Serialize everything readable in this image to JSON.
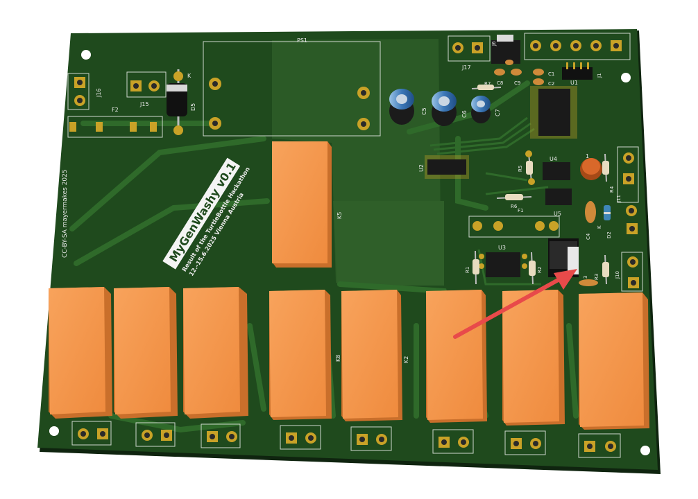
{
  "board": {
    "title": "MyGenWashy v0.1",
    "subtitle_line1": "Result of the TurtleBottle Hackathon",
    "subtitle_line2": "12.-15.6.2025 Vienna Austria",
    "license": "CC-BY-SA mayermakes 2025"
  },
  "refs": {
    "ps1": "PS1",
    "j6": "J6",
    "j17": "J17",
    "j16": "J16",
    "j15": "J15",
    "f2": "F2",
    "d5": "D5",
    "k": "K",
    "c8": "C8",
    "c9": "C9",
    "c1": "C1",
    "c2": "C2",
    "r7": "R7",
    "u1": "U1",
    "j1": "J1",
    "c5": "C5",
    "c6": "C6",
    "c7": "C7",
    "u2": "U2",
    "r5": "R5",
    "u4": "U4",
    "r4": "R4",
    "j11": "J11",
    "r6": "R6",
    "f1": "F1",
    "u5": "U5",
    "c4": "C4",
    "d2": "D2",
    "k5": "K5",
    "u3": "U3",
    "r1": "R1",
    "r2": "R2",
    "r3": "R3",
    "j10": "J10",
    "k8": "K8",
    "k2": "K2",
    "n3": "3",
    "n1": "1"
  },
  "colors": {
    "pcb": "#1f4a1d",
    "pcb_dark": "#173a17",
    "copper_fill": "#2b5a26",
    "trace": "#2f6a2a",
    "relay": "#f2954a",
    "relay_side": "#c96f2b",
    "pad": "#c9a227",
    "silk": "#e9e9e9",
    "arrow": "#e84a4a"
  }
}
